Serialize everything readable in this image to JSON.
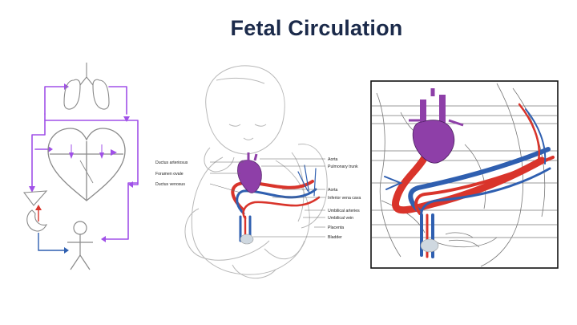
{
  "slide": {
    "title": "Fetal Circulation"
  },
  "colors": {
    "title": "#1b2a4a",
    "purple": "#a050e8",
    "oxygenated": "#d9342b",
    "deoxygenated": "#2f5fb0",
    "mixed": "#8e3fa8",
    "outline": "#8a8a8a"
  },
  "illustration": {
    "left_labels": [
      "Ductus arteriosus",
      "Foramen ovale",
      "Ductus venosus"
    ],
    "right_labels": [
      "Aorta",
      "Pulmonary trunk",
      "Aorta",
      "Inferior vena cava",
      "Umbilical arteries",
      "Umbilical vein",
      "Placenta",
      "Bladder"
    ]
  }
}
